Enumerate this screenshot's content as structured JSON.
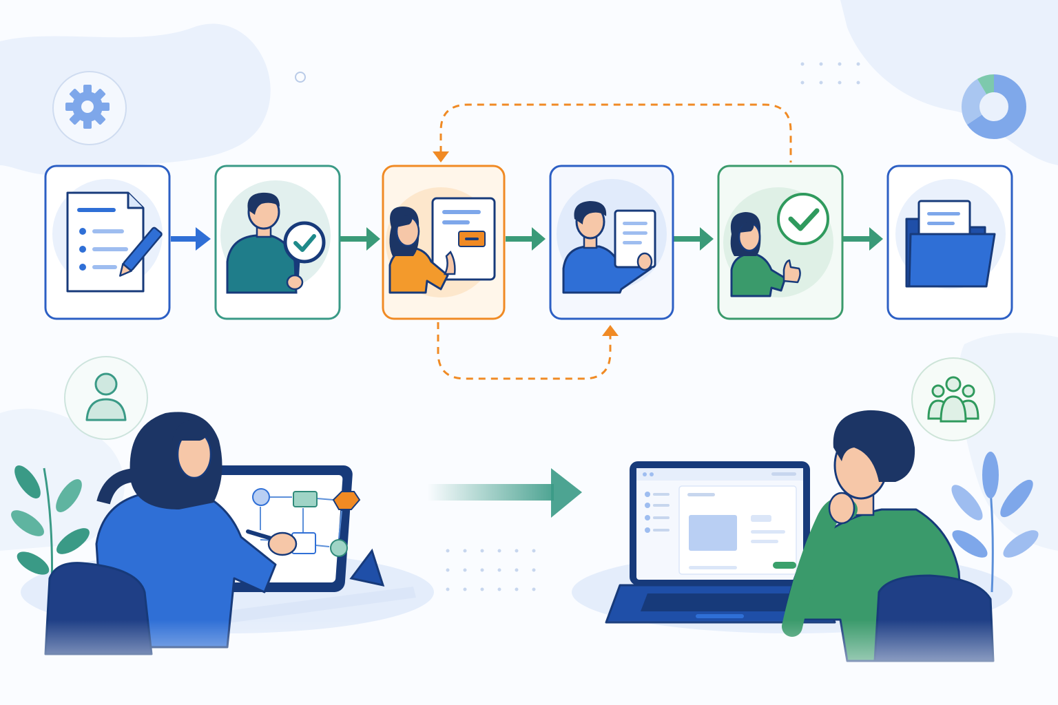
{
  "palette": {
    "navy": "#173a7a",
    "blue": "#2f6fd6",
    "light_blue": "#dbe8fb",
    "teal_green": "#3a9a78",
    "green": "#2f9a5d",
    "orange": "#f08a24",
    "cream": "#fff6ea",
    "skin": "#f6c7a8",
    "hair": "#1c3565",
    "soft_bg": "#e9f1fc"
  },
  "process_steps": [
    {
      "id": "draft",
      "icon": "document-pencil-icon",
      "border": "#2c5fc4"
    },
    {
      "id": "review",
      "icon": "person-magnifier-check-icon",
      "border": "#3a9a86"
    },
    {
      "id": "revise",
      "icon": "person-document-icon",
      "border": "#f08a24"
    },
    {
      "id": "edit",
      "icon": "person-paper-icon",
      "border": "#2c5fc4"
    },
    {
      "id": "approve",
      "icon": "person-thumbs-up-check-icon",
      "border": "#3a9a6b"
    },
    {
      "id": "archive",
      "icon": "folder-documents-icon",
      "border": "#2c5fc4"
    }
  ],
  "corner_icons": [
    "gear-icon",
    "donut-chart-icon",
    "user-icon",
    "team-icon"
  ],
  "scene": {
    "left_person": "woman-designing-flowchart-on-tablet",
    "right_person": "man-reviewing-on-laptop"
  }
}
